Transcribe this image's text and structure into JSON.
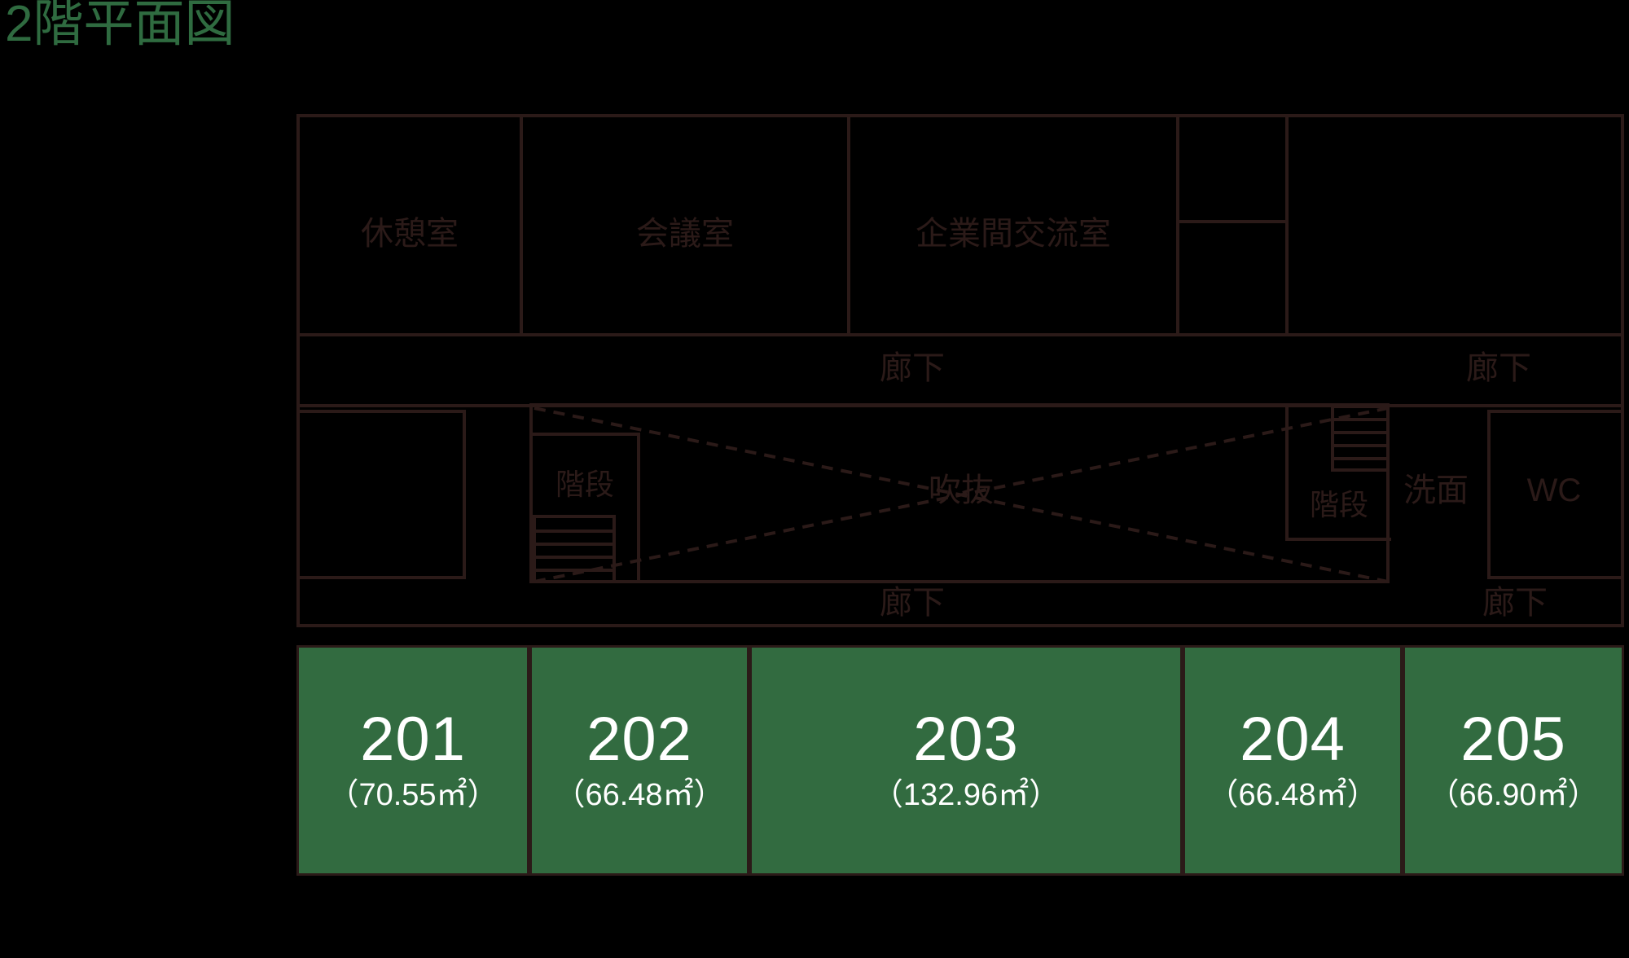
{
  "title": "2階平面図",
  "colors": {
    "background": "#000000",
    "line": "#2b1a18",
    "title_green": "#2f6b40",
    "unit_green": "#326b40",
    "unit_text": "#ffffff"
  },
  "rooms": {
    "lounge": "休憩室",
    "meeting": "会議室",
    "exchange": "企業間交流室",
    "stair_left": "階段",
    "stair_right": "階段",
    "atrium": "吹抜",
    "washbasin": "洗面",
    "toilet": "WC"
  },
  "corridors": [
    {
      "label": "廊下"
    },
    {
      "label": "廊下"
    },
    {
      "label": "廊下"
    },
    {
      "label": "廊下"
    }
  ],
  "units": [
    {
      "number": "201",
      "area": "（70.55㎡）"
    },
    {
      "number": "202",
      "area": "（66.48㎡）"
    },
    {
      "number": "203",
      "area": "（132.96㎡）"
    },
    {
      "number": "204",
      "area": "（66.48㎡）"
    },
    {
      "number": "205",
      "area": "（66.90㎡）"
    }
  ]
}
